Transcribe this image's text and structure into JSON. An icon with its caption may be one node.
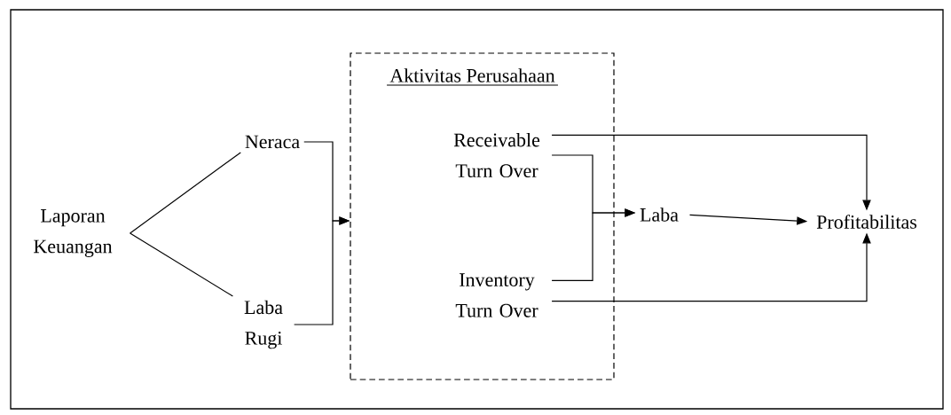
{
  "diagram": {
    "nodes": [
      {
        "text": [
          "Laporan Keuangan"
        ]
      },
      {
        "text": [
          "Neraca"
        ]
      },
      {
        "text": [
          "Laba Rugi"
        ]
      },
      {
        "text": [
          "Aktivitas Perusahaan"
        ]
      },
      {
        "text": [
          "Receivable Turn Over"
        ],
        "in": 3
      },
      {
        "text": [
          "Inventory Turn Over"
        ],
        "in": 3
      },
      {
        "text": [
          "Laba"
        ]
      },
      {
        "text": [
          "Profitabilitas"
        ]
      }
    ],
    "edges": [
      {
        "from": 0,
        "to": 1,
        "arrow": "none"
      },
      {
        "from": 0,
        "to": 2,
        "arrow": "none"
      },
      {
        "from": 1,
        "to": 3,
        "arrow": "to"
      },
      {
        "from": 2,
        "to": 3,
        "arrow": "to"
      },
      {
        "from": 4,
        "to": 6,
        "arrow": "to"
      },
      {
        "from": 5,
        "to": 6,
        "arrow": "to"
      },
      {
        "from": 6,
        "to": 7,
        "arrow": "to"
      },
      {
        "from": 4,
        "to": 7,
        "arrow": "to"
      },
      {
        "from": 5,
        "to": 7,
        "arrow": "to"
      }
    ]
  }
}
